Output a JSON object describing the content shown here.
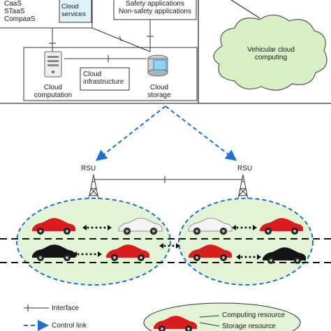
{
  "cloud_panel": {
    "service_list": [
      "CaaS",
      "STaaS",
      "CompaaS"
    ],
    "cloud_services_label": "Cloud services",
    "applications": [
      "Safety applications",
      "Non-safety applications"
    ],
    "computation_label": "Cloud computation",
    "infrastructure_label": "Cloud infrastructure",
    "storage_label": "Cloud storage"
  },
  "vehicular_cloud": {
    "label": "Vehicular cloud computing"
  },
  "rsu": {
    "left_label": "RSU",
    "right_label": "RSU"
  },
  "legend": {
    "interface_label": "Interface",
    "control_link_label": "Control link",
    "computing_resource_label": "Computing resource",
    "storage_resource_label": "Storage resource"
  },
  "colors": {
    "control_link": "#1f6fd0",
    "car_red": "#d91c1c",
    "cloud_fill": "#d6f0c4",
    "ellipse_fill": "#e3f3d6"
  }
}
